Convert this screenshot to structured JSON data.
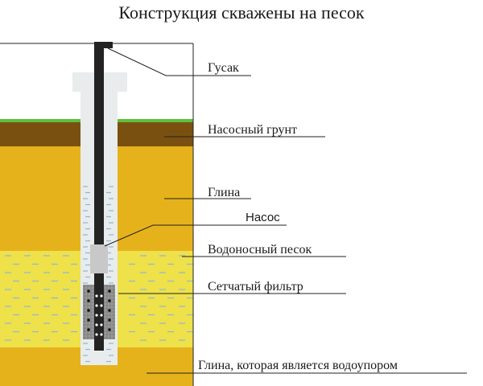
{
  "title": "Конструкция скважены на песок",
  "labels": {
    "gusak": "Гусак",
    "topsoil": "Насосный грунт",
    "clay": "Глина",
    "pump": "Насос",
    "aquifer": "Водоносный песок",
    "filter": "Сетчатый фильтр",
    "aquiclude": "Глина, которая является водоупором"
  },
  "colors": {
    "grass": "#5cc23a",
    "topsoil": "#7a5010",
    "clay": "#e6b21c",
    "sand": "#eee14a",
    "casing": "#e8ecec",
    "pipe": "#232323",
    "dash": "#8fb6d8"
  }
}
